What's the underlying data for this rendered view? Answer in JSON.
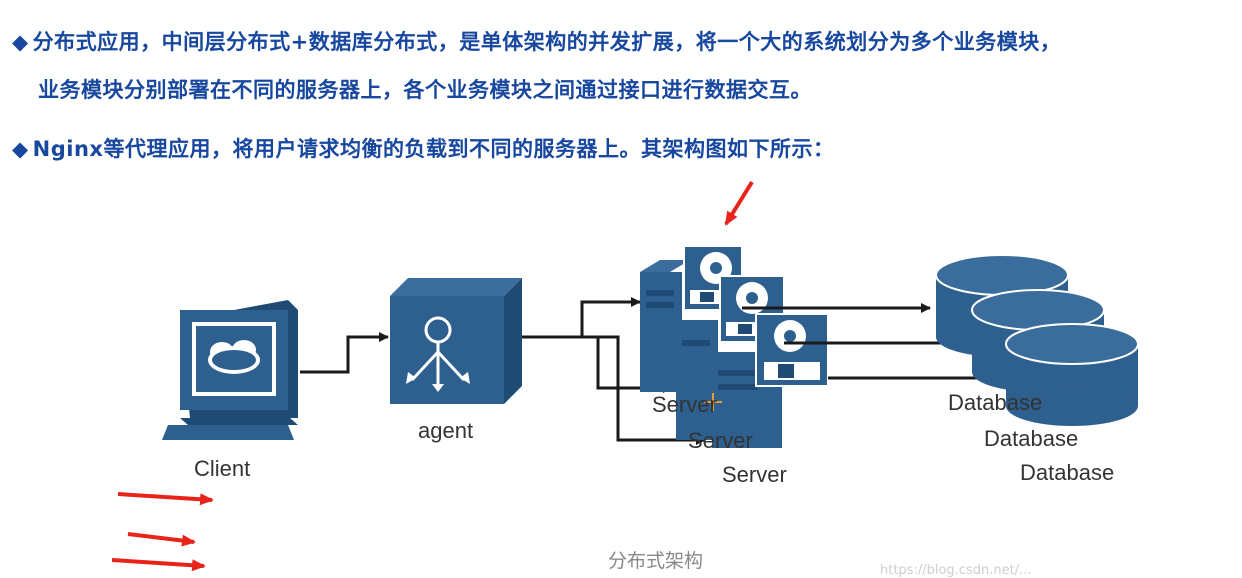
{
  "text": {
    "bullet_marker": "◆",
    "line1": "分布式应用，中间层分布式+数据库分布式，是单体架构的并发扩展，将一个大的系统划分为多个业务模块，",
    "line2": "业务模块分别部署在不同的服务器上，各个业务模块之间通过接口进行数据交互。",
    "line3": "Nginx等代理应用，将用户请求均衡的负载到不同的服务器上。其架构图如下所示："
  },
  "diagram": {
    "client_label": "Client",
    "agent_label": "agent",
    "server_labels": [
      "Server",
      "Server",
      "Server"
    ],
    "database_labels": [
      "Database",
      "Database",
      "Database"
    ],
    "caption": "分布式架构"
  },
  "watermark": "https://blog.csdn.net/...",
  "colors": {
    "text_blue": "#17479e",
    "icon_blue": "#2d5f8f",
    "icon_dark": "#1e4a73",
    "annotation_red": "#e8231a"
  }
}
